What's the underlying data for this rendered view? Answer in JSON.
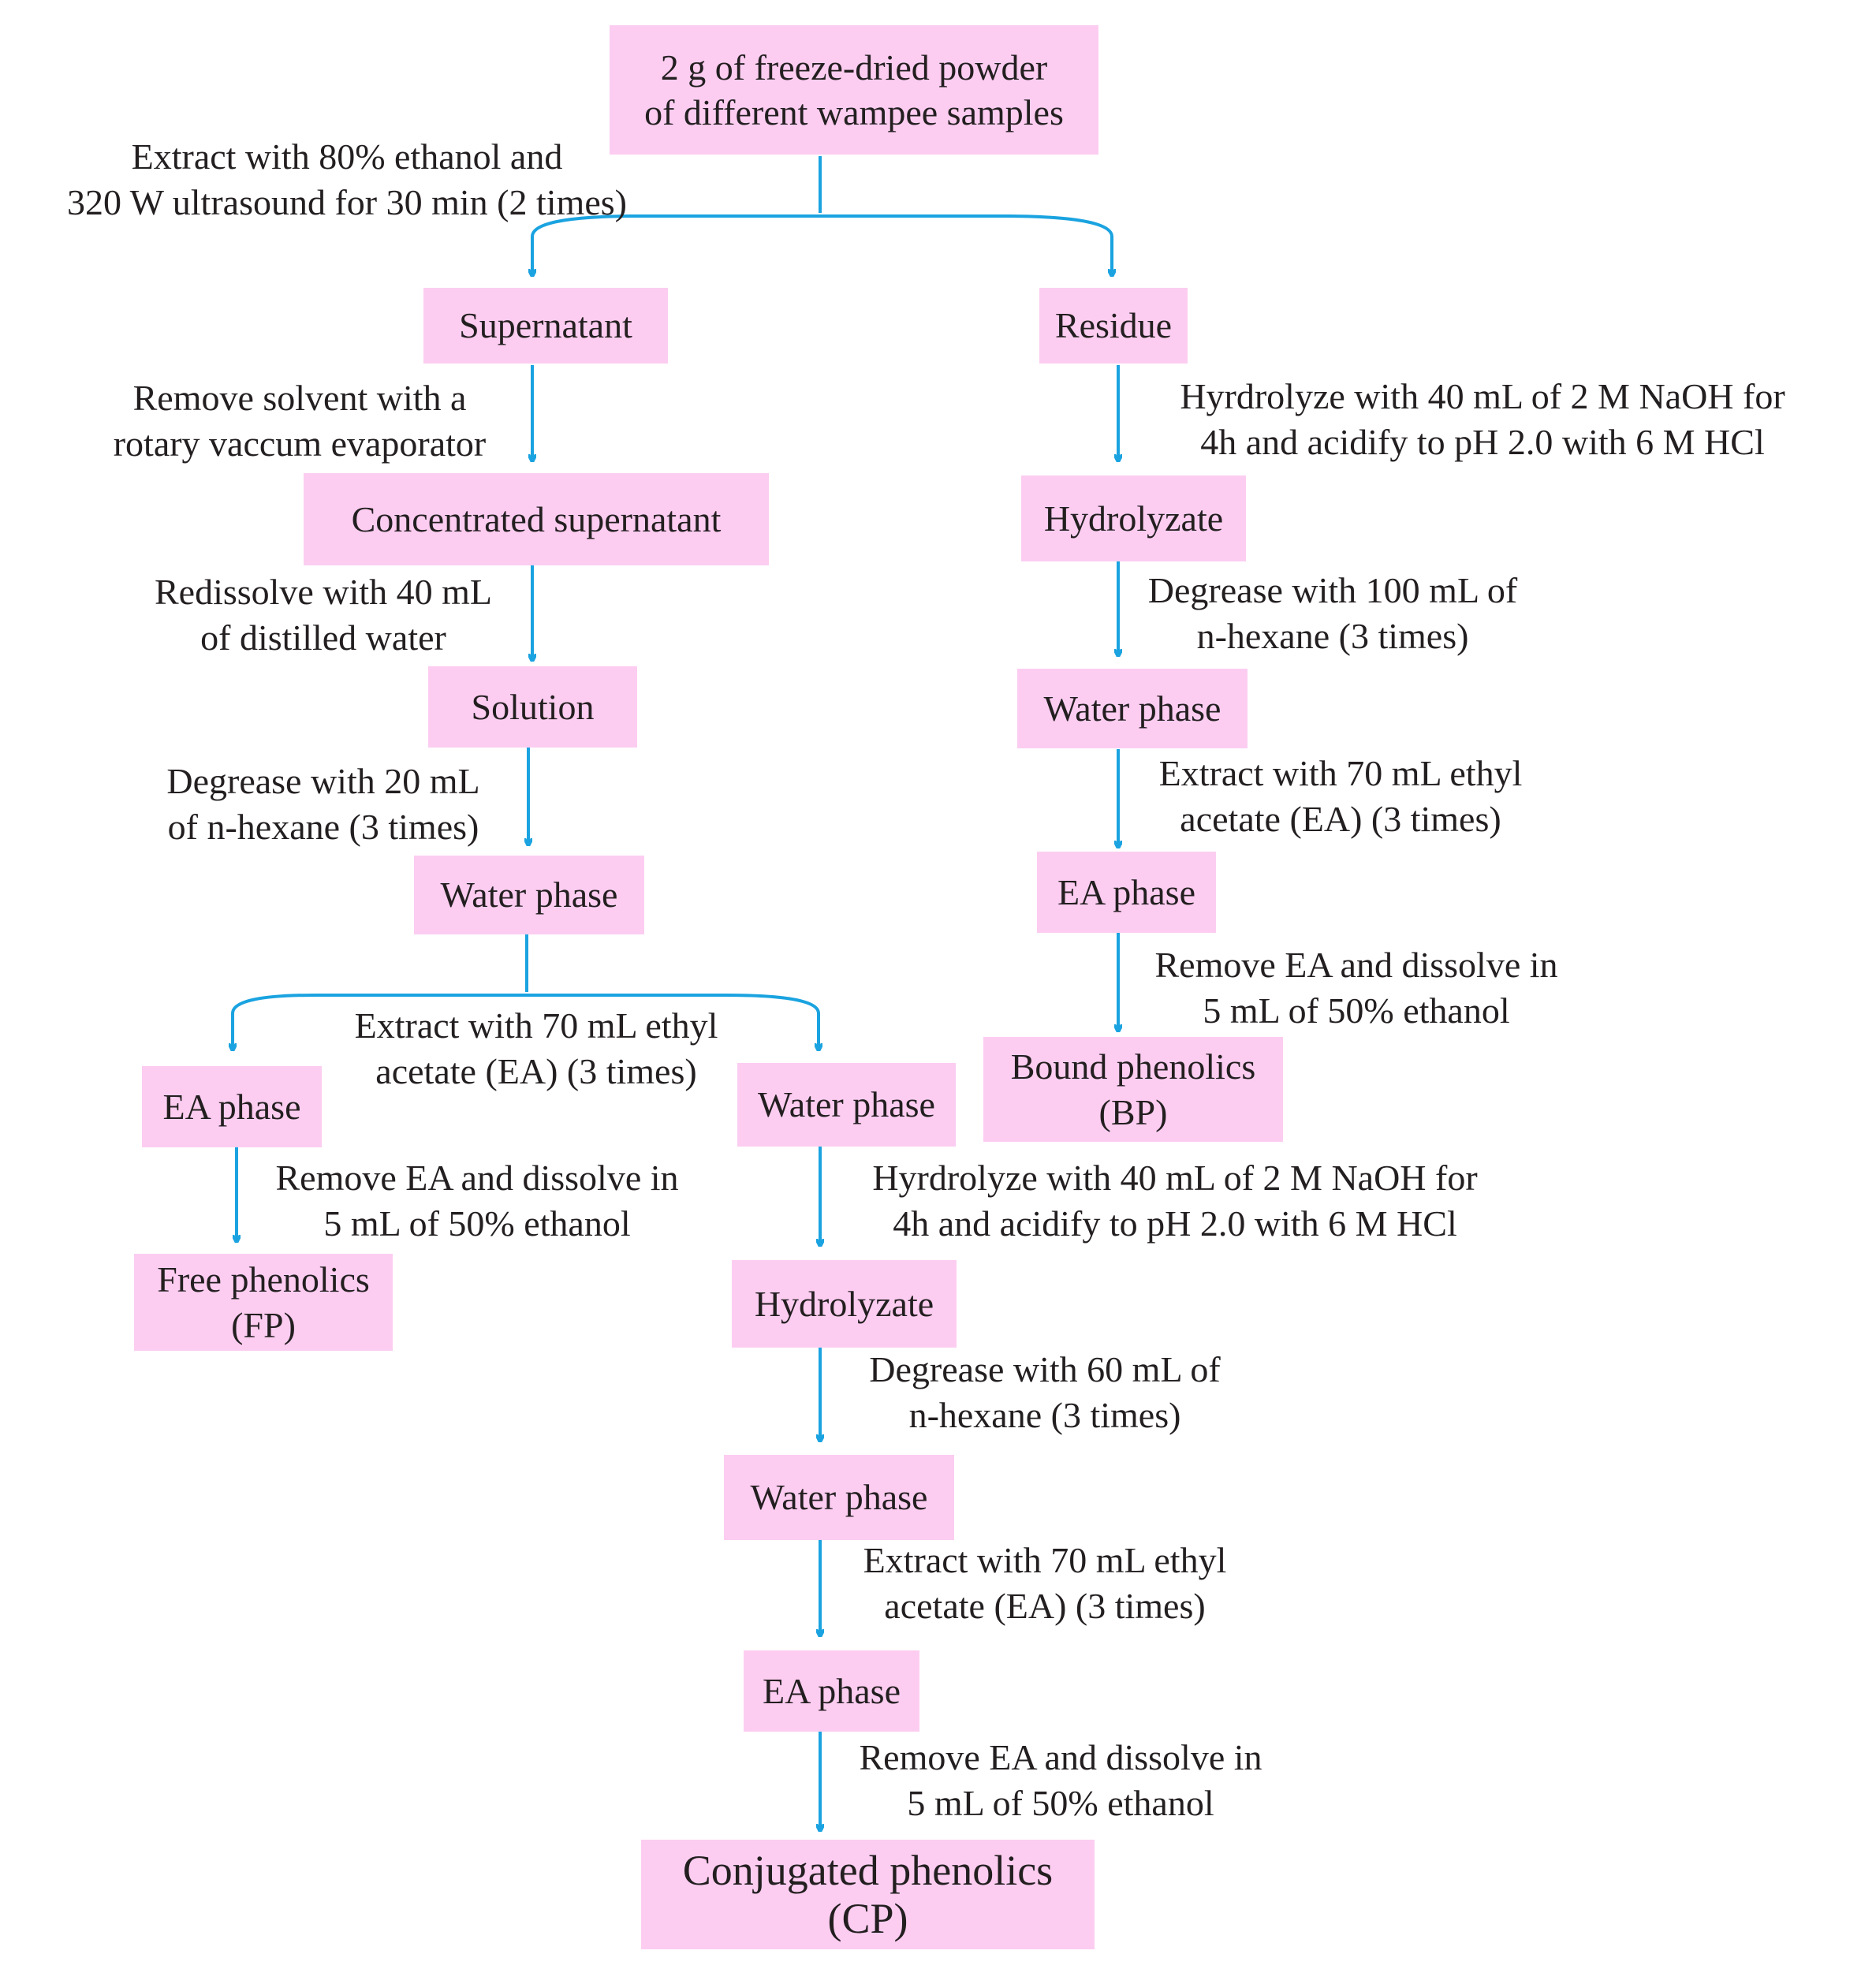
{
  "colors": {
    "box_fill": "#fccdf1",
    "arrow": "#1aa3e0",
    "text": "#231f20"
  },
  "boxes": {
    "start": [
      "2 g of freeze-dried powder",
      "of different wampee samples"
    ],
    "supernatant": "Supernatant",
    "residue": "Residue",
    "concentrated_supernatant": "Concentrated supernatant",
    "solution": "Solution",
    "water_phase_1": "Water phase",
    "ea_phase_free": "EA phase",
    "water_phase_conj_1": "Water phase",
    "free_phenolics": [
      "Free phenolics",
      "(FP)"
    ],
    "hydrolyzate_conj": "Hydrolyzate",
    "water_phase_conj_2": "Water phase",
    "ea_phase_conj": "EA phase",
    "conjugated_phenolics": [
      "Conjugated phenolics",
      "(CP)"
    ],
    "hydrolyzate_bound": "Hydrolyzate",
    "water_phase_bound": "Water phase",
    "ea_phase_bound": "EA phase",
    "bound_phenolics": [
      "Bound phenolics",
      "(BP)"
    ]
  },
  "notes": {
    "extract_ethanol": [
      "Extract with 80% ethanol and",
      "320 W ultrasound for 30 min (2 times)"
    ],
    "remove_solvent": [
      "Remove solvent with a",
      "rotary vaccum evaporator"
    ],
    "redissolve": [
      "Redissolve with 40 mL",
      "of distilled water"
    ],
    "degrease_20": [
      "Degrease with 20 mL",
      "of n-hexane (3 times)"
    ],
    "extract_ea_free": [
      "Extract with  70 mL ethyl",
      "acetate (EA) (3 times)"
    ],
    "remove_ea_free": [
      "Remove EA and dissolve in",
      "5 mL of 50% ethanol"
    ],
    "hydrolyze_conj": [
      "Hyrdrolyze with 40 mL of  2 M NaOH for",
      "4h and acidify to pH 2.0 with 6 M HCl"
    ],
    "degrease_60": [
      "Degrease with 60 mL of",
      "n-hexane (3 times)"
    ],
    "extract_ea_conj": [
      "Extract with  70 mL ethyl",
      "acetate (EA) (3 times)"
    ],
    "remove_ea_conj": [
      "Remove EA and dissolve in",
      "5 mL of 50% ethanol"
    ],
    "hydrolyze_bound": [
      "Hyrdrolyze with 40 mL of  2 M NaOH for",
      "4h and acidify to pH 2.0 with 6 M HCl"
    ],
    "degrease_100": [
      "Degrease with 100 mL of",
      "n-hexane (3 times)"
    ],
    "extract_ea_bound": [
      "Extract with  70 mL ethyl",
      "acetate (EA) (3 times)"
    ],
    "remove_ea_bound": [
      "Remove EA and dissolve in",
      "5 mL of 50% ethanol"
    ]
  }
}
